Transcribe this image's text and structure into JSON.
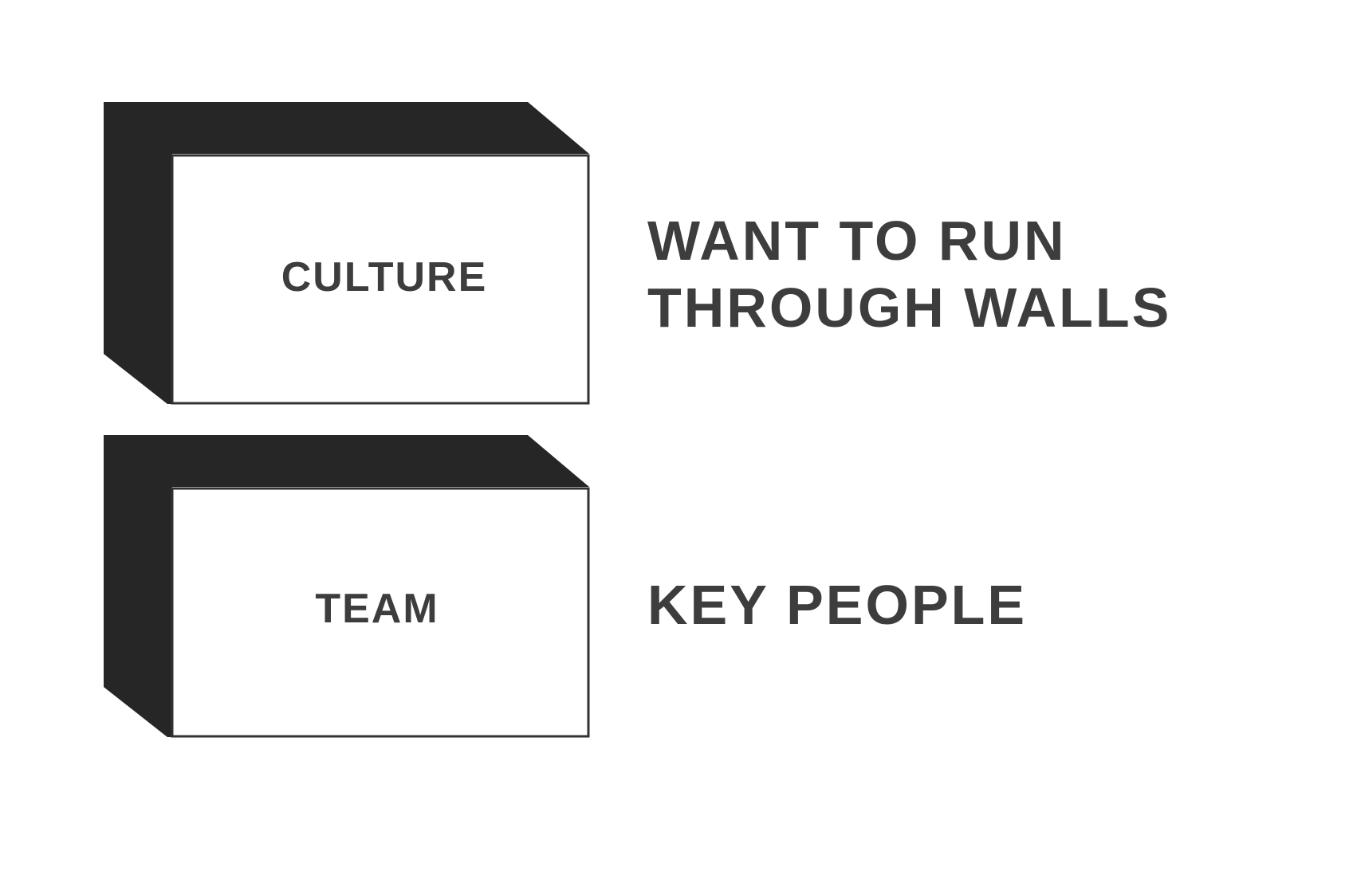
{
  "colors": {
    "box_shadow": "#262626",
    "text": "#3d3d3d",
    "background": "#ffffff"
  },
  "rows": [
    {
      "box_label": "CULTURE",
      "description_lines": [
        "WANT TO RUN",
        "THROUGH WALLS"
      ]
    },
    {
      "box_label": "TEAM",
      "description_lines": [
        "KEY PEOPLE"
      ]
    }
  ]
}
